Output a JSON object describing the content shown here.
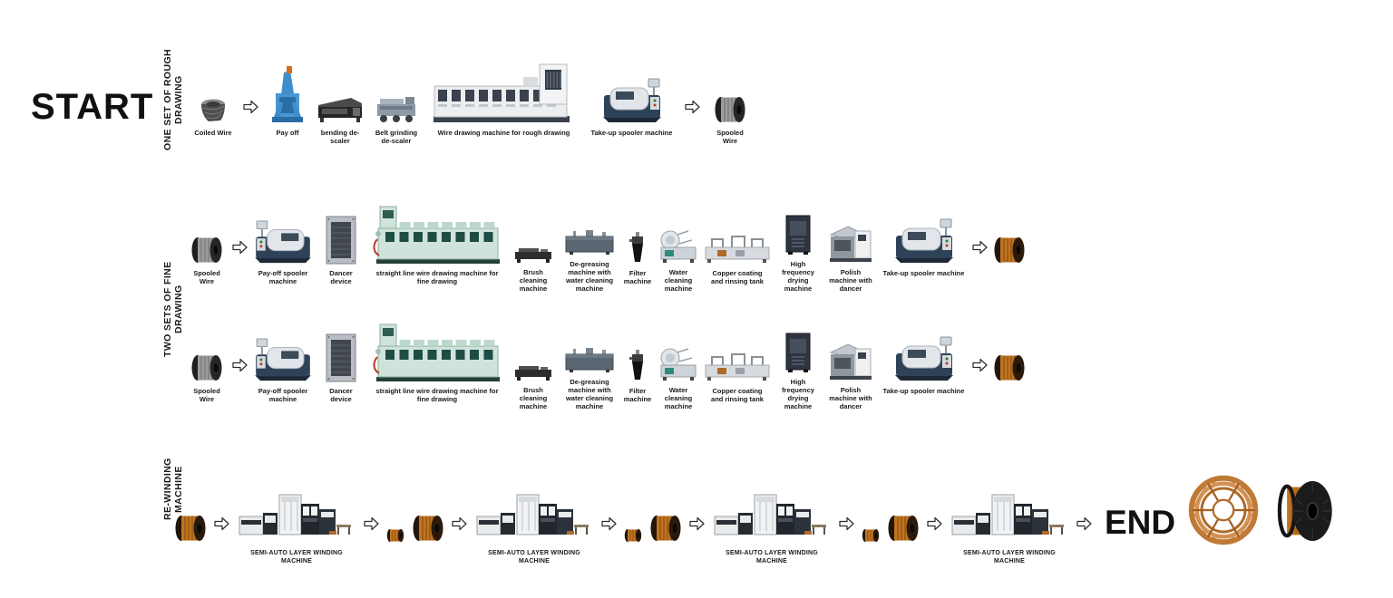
{
  "start_label": "START",
  "colors": {
    "copper": "#c0741f",
    "copper_dark": "#8f5214",
    "machine_green": "#cfe3da",
    "machine_green_dark": "#1e4d44",
    "machine_navy": "#2e4258",
    "payoff_blue": "#3e8ecb",
    "arrow_fill": "#ffffff",
    "arrow_outline": "#2b2b2b",
    "text": "#1a1a1a"
  },
  "sections": [
    {
      "vertical_label": "ONE SET OF ROUGH DRAWING",
      "rows": [
        [
          {
            "icon": "coiled-wire",
            "label": "Coiled Wire"
          },
          {
            "icon": "flow-arrow",
            "label": ""
          },
          {
            "icon": "pay-off",
            "label": "Pay off"
          },
          {
            "icon": "bending-descaler",
            "label": "bending de-scaler"
          },
          {
            "icon": "belt-grinding-descaler",
            "label": "Belt grinding de-scaler"
          },
          {
            "icon": "rough-drawing-machine",
            "label": "Wire drawing machine for rough drawing"
          },
          {
            "icon": "takeup-spooler",
            "label": "Take-up spooler machine"
          },
          {
            "icon": "flow-arrow",
            "label": ""
          },
          {
            "icon": "spooled-wire",
            "label": "Spooled Wire"
          }
        ]
      ]
    },
    {
      "vertical_label": "TWO SETS OF FINE DRAWING",
      "rows": [
        [
          {
            "icon": "spooled-wire",
            "label": "Spooled Wire"
          },
          {
            "icon": "flow-arrow",
            "label": ""
          },
          {
            "icon": "payoff-spooler",
            "label": "Pay-off spooler machine"
          },
          {
            "icon": "dancer-device",
            "label": "Dancer device"
          },
          {
            "icon": "fine-drawing-machine",
            "label": "straight line wire drawing machine for fine drawing"
          },
          {
            "icon": "brush-cleaning",
            "label": "Brush cleaning machine"
          },
          {
            "icon": "degreasing-machine",
            "label": "De-greasing machine with water cleaning machine"
          },
          {
            "icon": "filter-machine",
            "label": "Filter machine"
          },
          {
            "icon": "water-cleaning",
            "label": "Water cleaning machine"
          },
          {
            "icon": "copper-coating-tank",
            "label": "Copper coating and rinsing tank"
          },
          {
            "icon": "hf-drying-machine",
            "label": "High frequency drying machine"
          },
          {
            "icon": "polish-machine",
            "label": "Polish machine with dancer"
          },
          {
            "icon": "takeup-spooler",
            "label": "Take-up spooler machine"
          },
          {
            "icon": "flow-arrow",
            "label": ""
          },
          {
            "icon": "copper-spool",
            "label": ""
          }
        ],
        [
          {
            "icon": "spooled-wire",
            "label": "Spooled Wire"
          },
          {
            "icon": "flow-arrow",
            "label": ""
          },
          {
            "icon": "payoff-spooler",
            "label": "Pay-off spooler machine"
          },
          {
            "icon": "dancer-device",
            "label": "Dancer device"
          },
          {
            "icon": "fine-drawing-machine",
            "label": "straight line wire drawing machine for fine drawing"
          },
          {
            "icon": "brush-cleaning",
            "label": "Brush cleaning machine"
          },
          {
            "icon": "degreasing-machine",
            "label": "De-greasing machine with water cleaning machine"
          },
          {
            "icon": "filter-machine",
            "label": "Filter machine"
          },
          {
            "icon": "water-cleaning",
            "label": "Water cleaning machine"
          },
          {
            "icon": "copper-coating-tank",
            "label": "Copper coating and rinsing tank"
          },
          {
            "icon": "hf-drying-machine",
            "label": "High frequency drying machine"
          },
          {
            "icon": "polish-machine",
            "label": "Polish machine with dancer"
          },
          {
            "icon": "takeup-spooler",
            "label": "Take-up spooler machine"
          },
          {
            "icon": "flow-arrow",
            "label": ""
          },
          {
            "icon": "copper-spool",
            "label": ""
          }
        ]
      ]
    },
    {
      "vertical_label": "RE-WINDING MACHINE",
      "rows": [
        [
          {
            "icon": "copper-spool",
            "label": ""
          },
          {
            "icon": "flow-arrow",
            "label": ""
          },
          {
            "icon": "winding-machine",
            "label": "SEMI-AUTO LAYER WINDING MACHINE"
          },
          {
            "icon": "flow-arrow",
            "label": ""
          },
          {
            "icon": "small-copper-spool",
            "label": ""
          },
          {
            "icon": "copper-spool",
            "label": ""
          },
          {
            "icon": "flow-arrow",
            "label": ""
          },
          {
            "icon": "winding-machine",
            "label": "SEMI-AUTO LAYER WINDING MACHINE"
          },
          {
            "icon": "flow-arrow",
            "label": ""
          },
          {
            "icon": "small-copper-spool",
            "label": ""
          },
          {
            "icon": "copper-spool",
            "label": ""
          },
          {
            "icon": "flow-arrow",
            "label": ""
          },
          {
            "icon": "winding-machine",
            "label": "SEMI-AUTO LAYER WINDING MACHINE"
          },
          {
            "icon": "flow-arrow",
            "label": ""
          },
          {
            "icon": "small-copper-spool",
            "label": ""
          },
          {
            "icon": "copper-spool",
            "label": ""
          },
          {
            "icon": "flow-arrow",
            "label": ""
          },
          {
            "icon": "winding-machine",
            "label": "SEMI-AUTO LAYER WINDING MACHINE"
          },
          {
            "icon": "flow-arrow",
            "label": ""
          },
          {
            "icon": "end-text",
            "label": "END"
          },
          {
            "icon": "basket-spool",
            "label": ""
          },
          {
            "icon": "plastic-spool",
            "label": ""
          }
        ]
      ]
    }
  ]
}
